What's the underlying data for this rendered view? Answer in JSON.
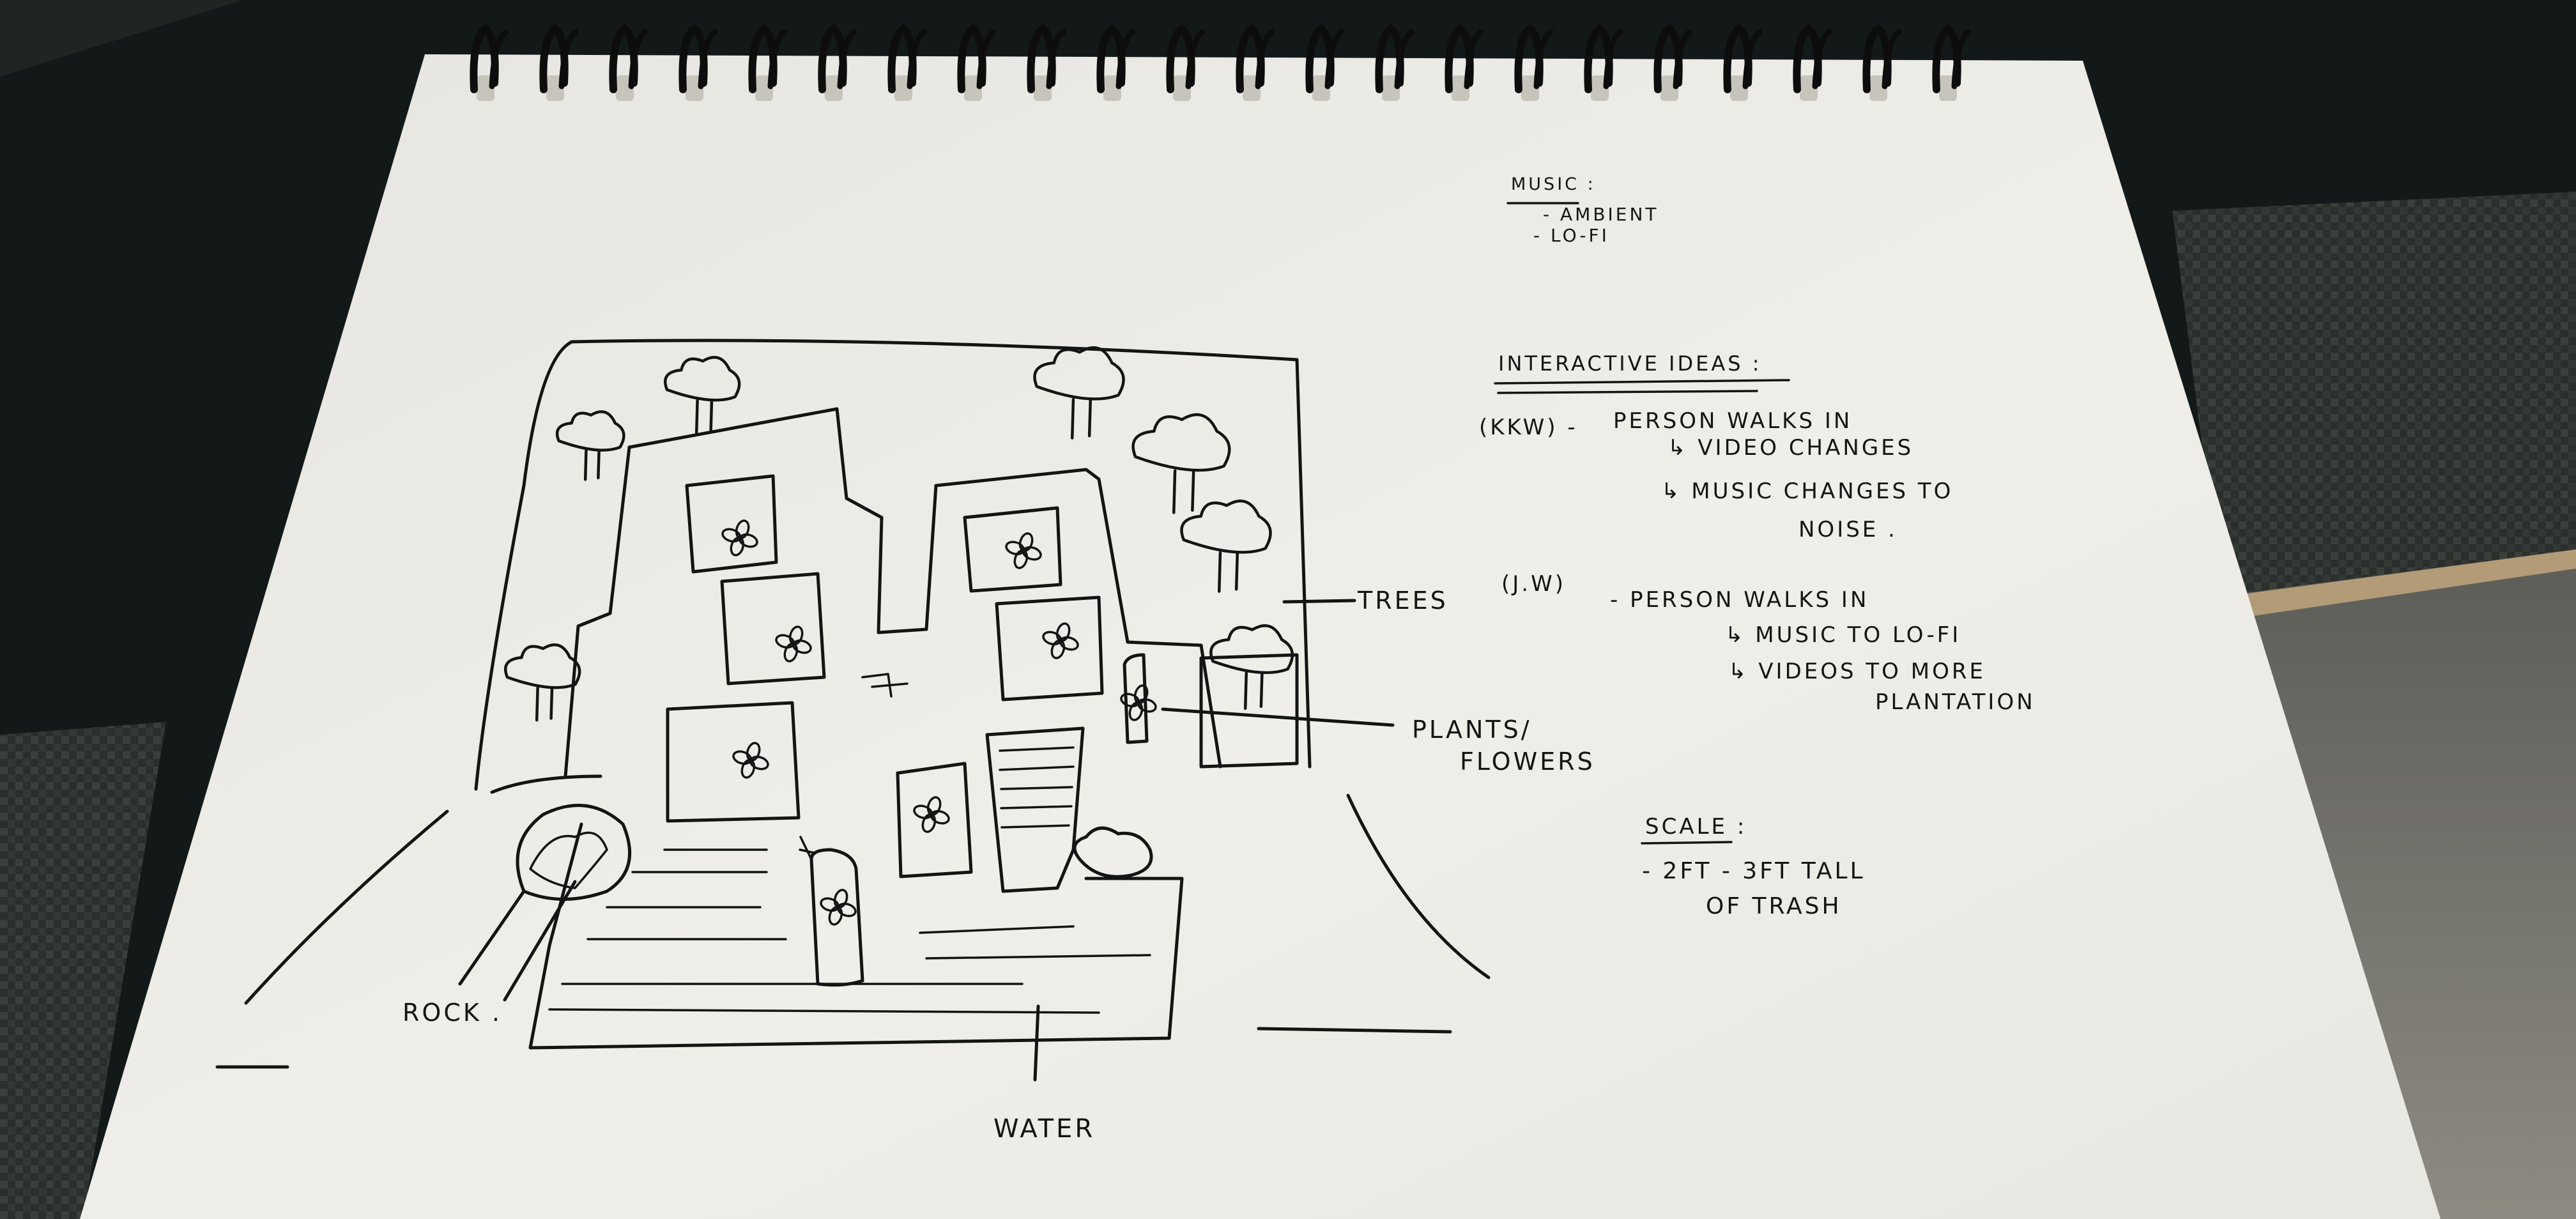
{
  "notes": {
    "music_heading": "MUSIC :",
    "music_items": [
      "- AMBIENT",
      "- LO-FI"
    ],
    "interactive_heading": "INTERACTIVE IDEAS :",
    "idea1_tag": "(KKW) -",
    "idea1_text": "PERSON WALKS IN",
    "idea1_result1": "↳ VIDEO CHANGES",
    "idea1_result2a": "↳ MUSIC CHANGES TO",
    "idea1_result2b": "NOISE .",
    "idea2_tag": "(J.W)",
    "idea2_text": "- PERSON WALKS IN",
    "idea2_result1": "↳ MUSIC TO LO-FI",
    "idea2_result2a": "↳ VIDEOS TO MORE",
    "idea2_result2b": "PLANTATION",
    "scale_heading": "SCALE :",
    "scale_line1": "- 2FT - 3FT TALL",
    "scale_line2": "OF TRASH"
  },
  "labels": {
    "trees": "TREES",
    "plants": "PLANTS/",
    "flowers": "FLOWERS",
    "rock": "ROCK .",
    "water": "WATER"
  },
  "colors": {
    "background": "#141a19",
    "paper": "#ebeae6",
    "ink": "#141414",
    "spiral": "#0d0d0d",
    "fabric": "#8e8b82"
  }
}
